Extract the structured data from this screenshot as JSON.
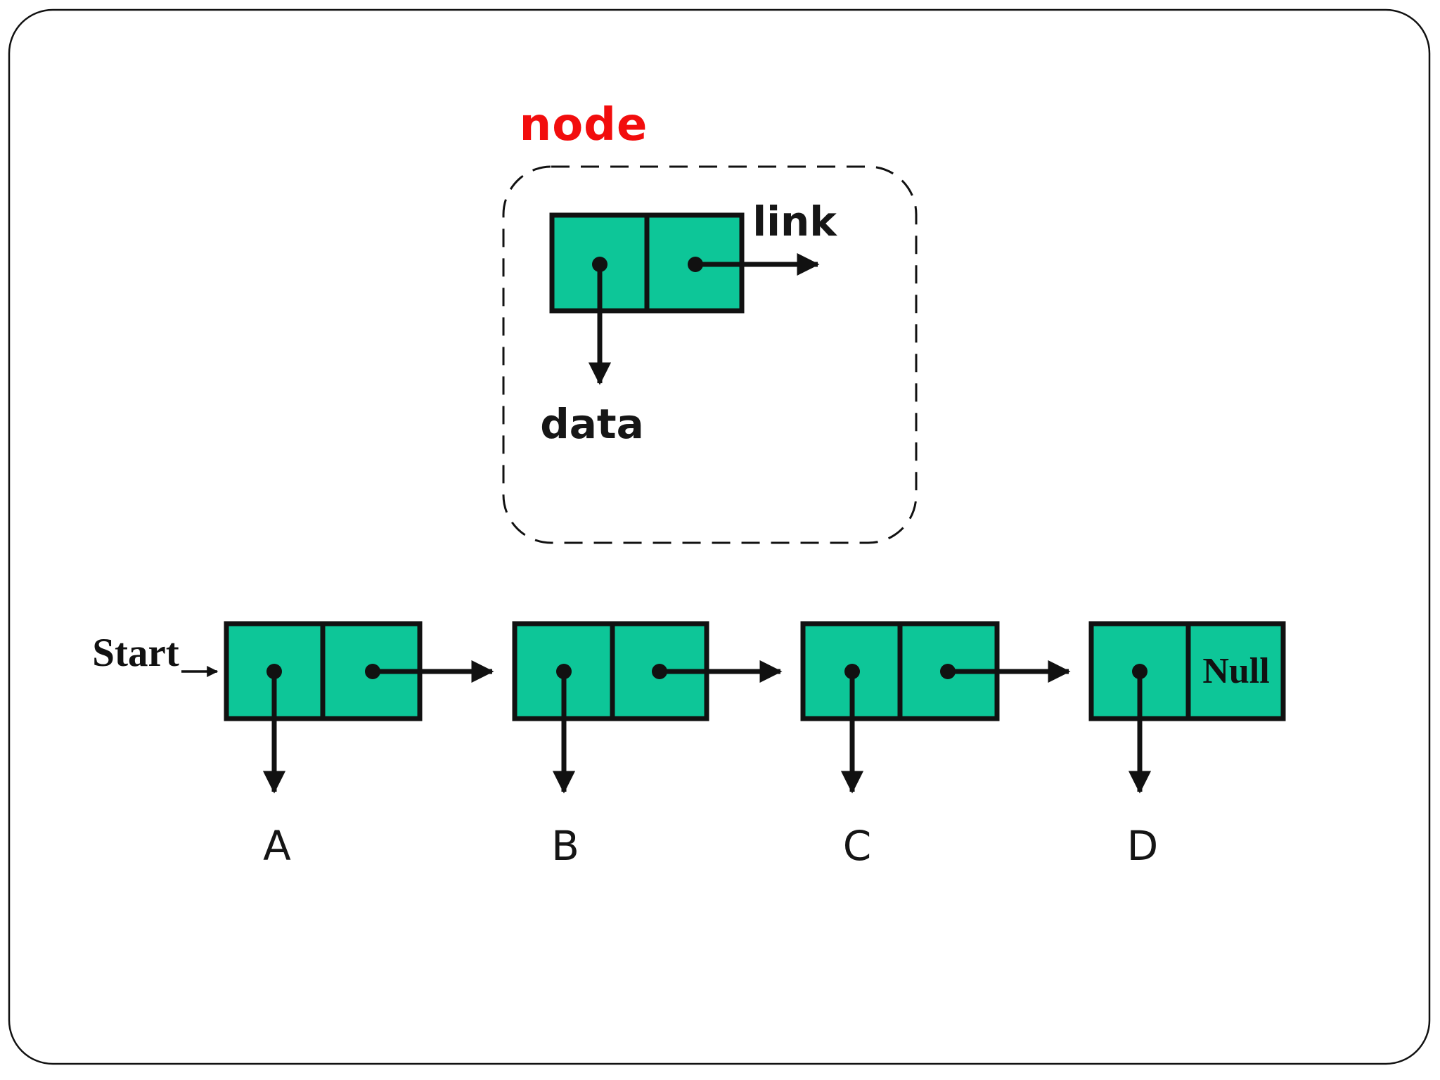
{
  "colors": {
    "cell_fill": "#0dc698",
    "heading_red": "#f20d0d",
    "line_black": "#111111",
    "background": "#ffffff"
  },
  "node_detail": {
    "heading": "node",
    "data_pointer_label": "data",
    "link_pointer_label": "link"
  },
  "linked_list": {
    "start_label": "Start",
    "nodes": [
      {
        "label": "A"
      },
      {
        "label": "B"
      },
      {
        "label": "C"
      },
      {
        "label": "D"
      }
    ],
    "terminator_label": "Null"
  }
}
